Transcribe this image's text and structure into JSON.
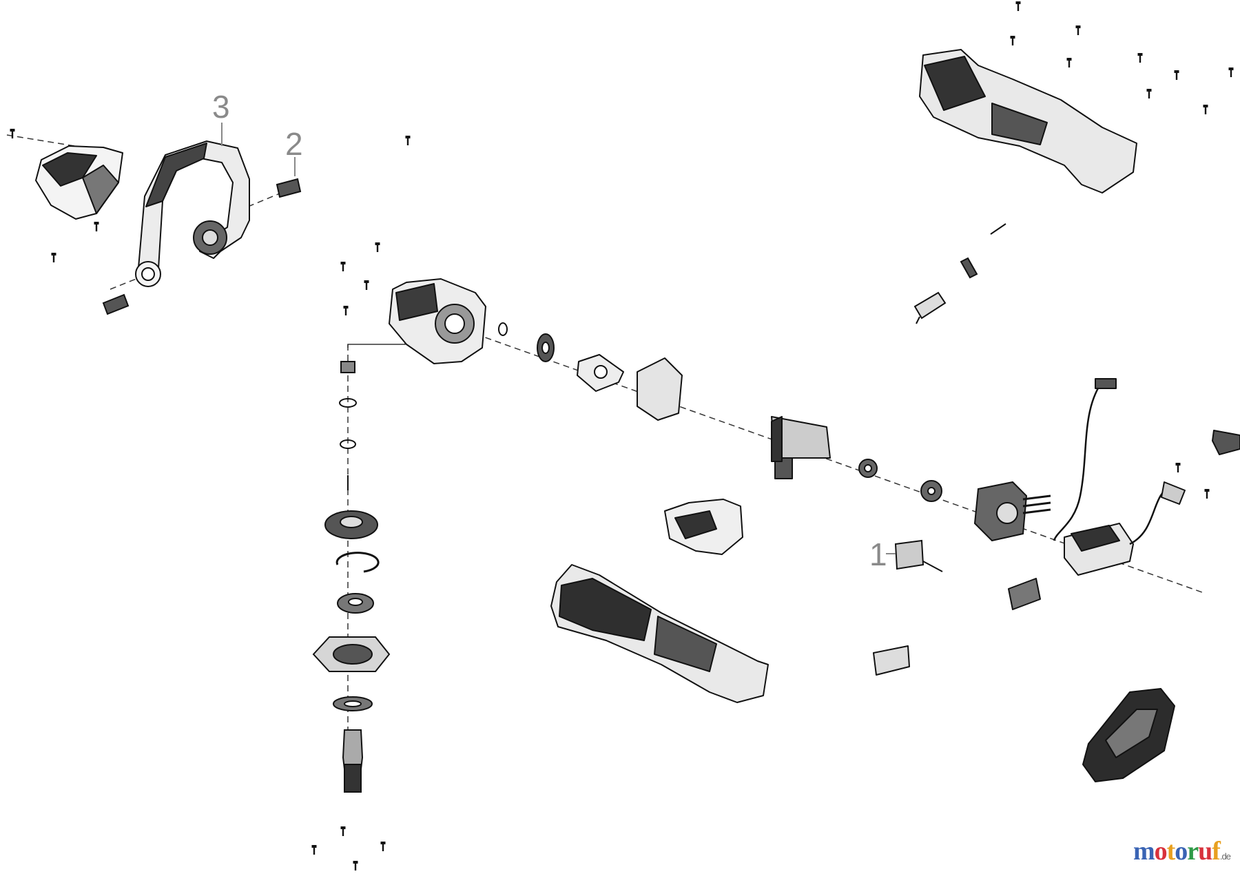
{
  "diagram": {
    "callouts": {
      "c1": "1",
      "c2": "2",
      "c3": "3"
    }
  },
  "watermark": {
    "letters": [
      "m",
      "o",
      "t",
      "o",
      "r",
      "u",
      "f"
    ],
    "letter_colors": [
      "#3a64b4",
      "#d8323c",
      "#e8a020",
      "#3a64b4",
      "#2e9a46",
      "#d8323c",
      "#e8a020"
    ],
    "suffix": ".de"
  },
  "icons": [
    "screw-icon",
    "part-icon"
  ]
}
